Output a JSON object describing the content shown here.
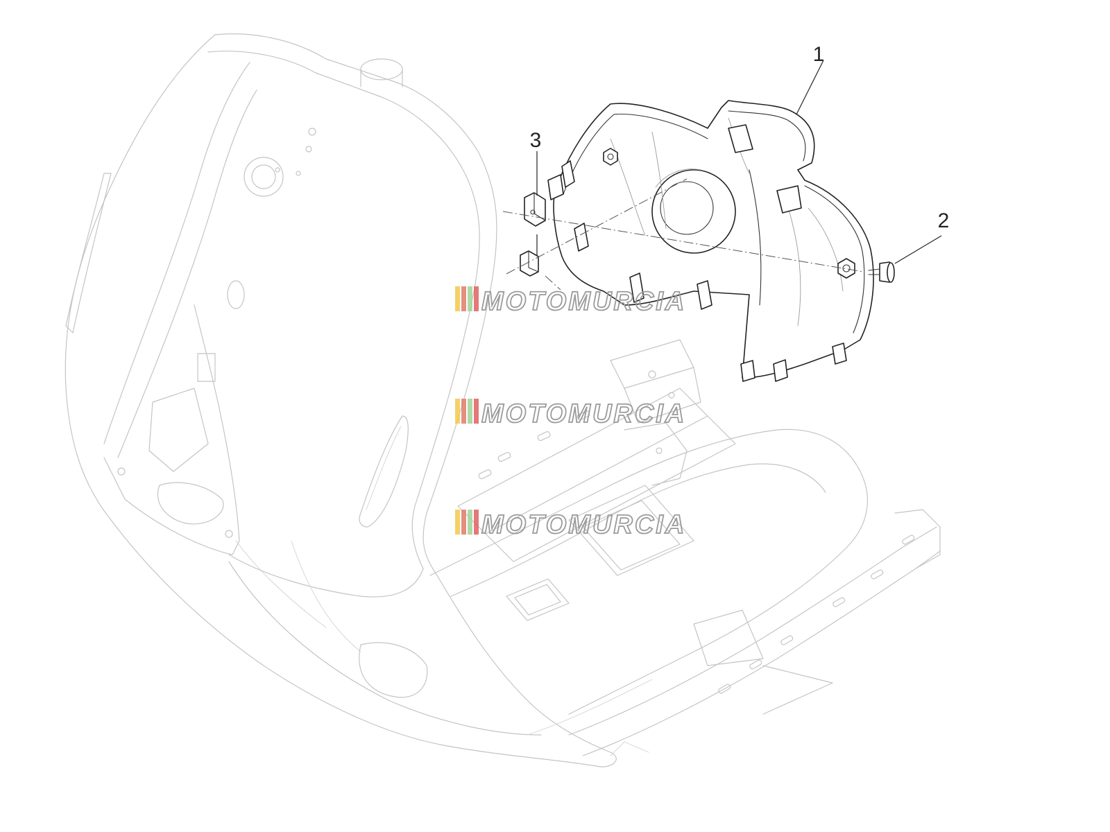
{
  "callouts": [
    {
      "number": "1",
      "part": "inner-leg-shield"
    },
    {
      "number": "2",
      "part": "screw"
    },
    {
      "number": "3",
      "part": "clip"
    }
  ],
  "watermark": {
    "text": "MOTOMURCIA",
    "stripe_colors": [
      "#f2c94c",
      "#e07b6a",
      "#9fd39a",
      "#e06060"
    ]
  },
  "colors": {
    "highlighted_part": "#222222",
    "ghost_outline": "#c4c4c4",
    "background": "#ffffff"
  }
}
